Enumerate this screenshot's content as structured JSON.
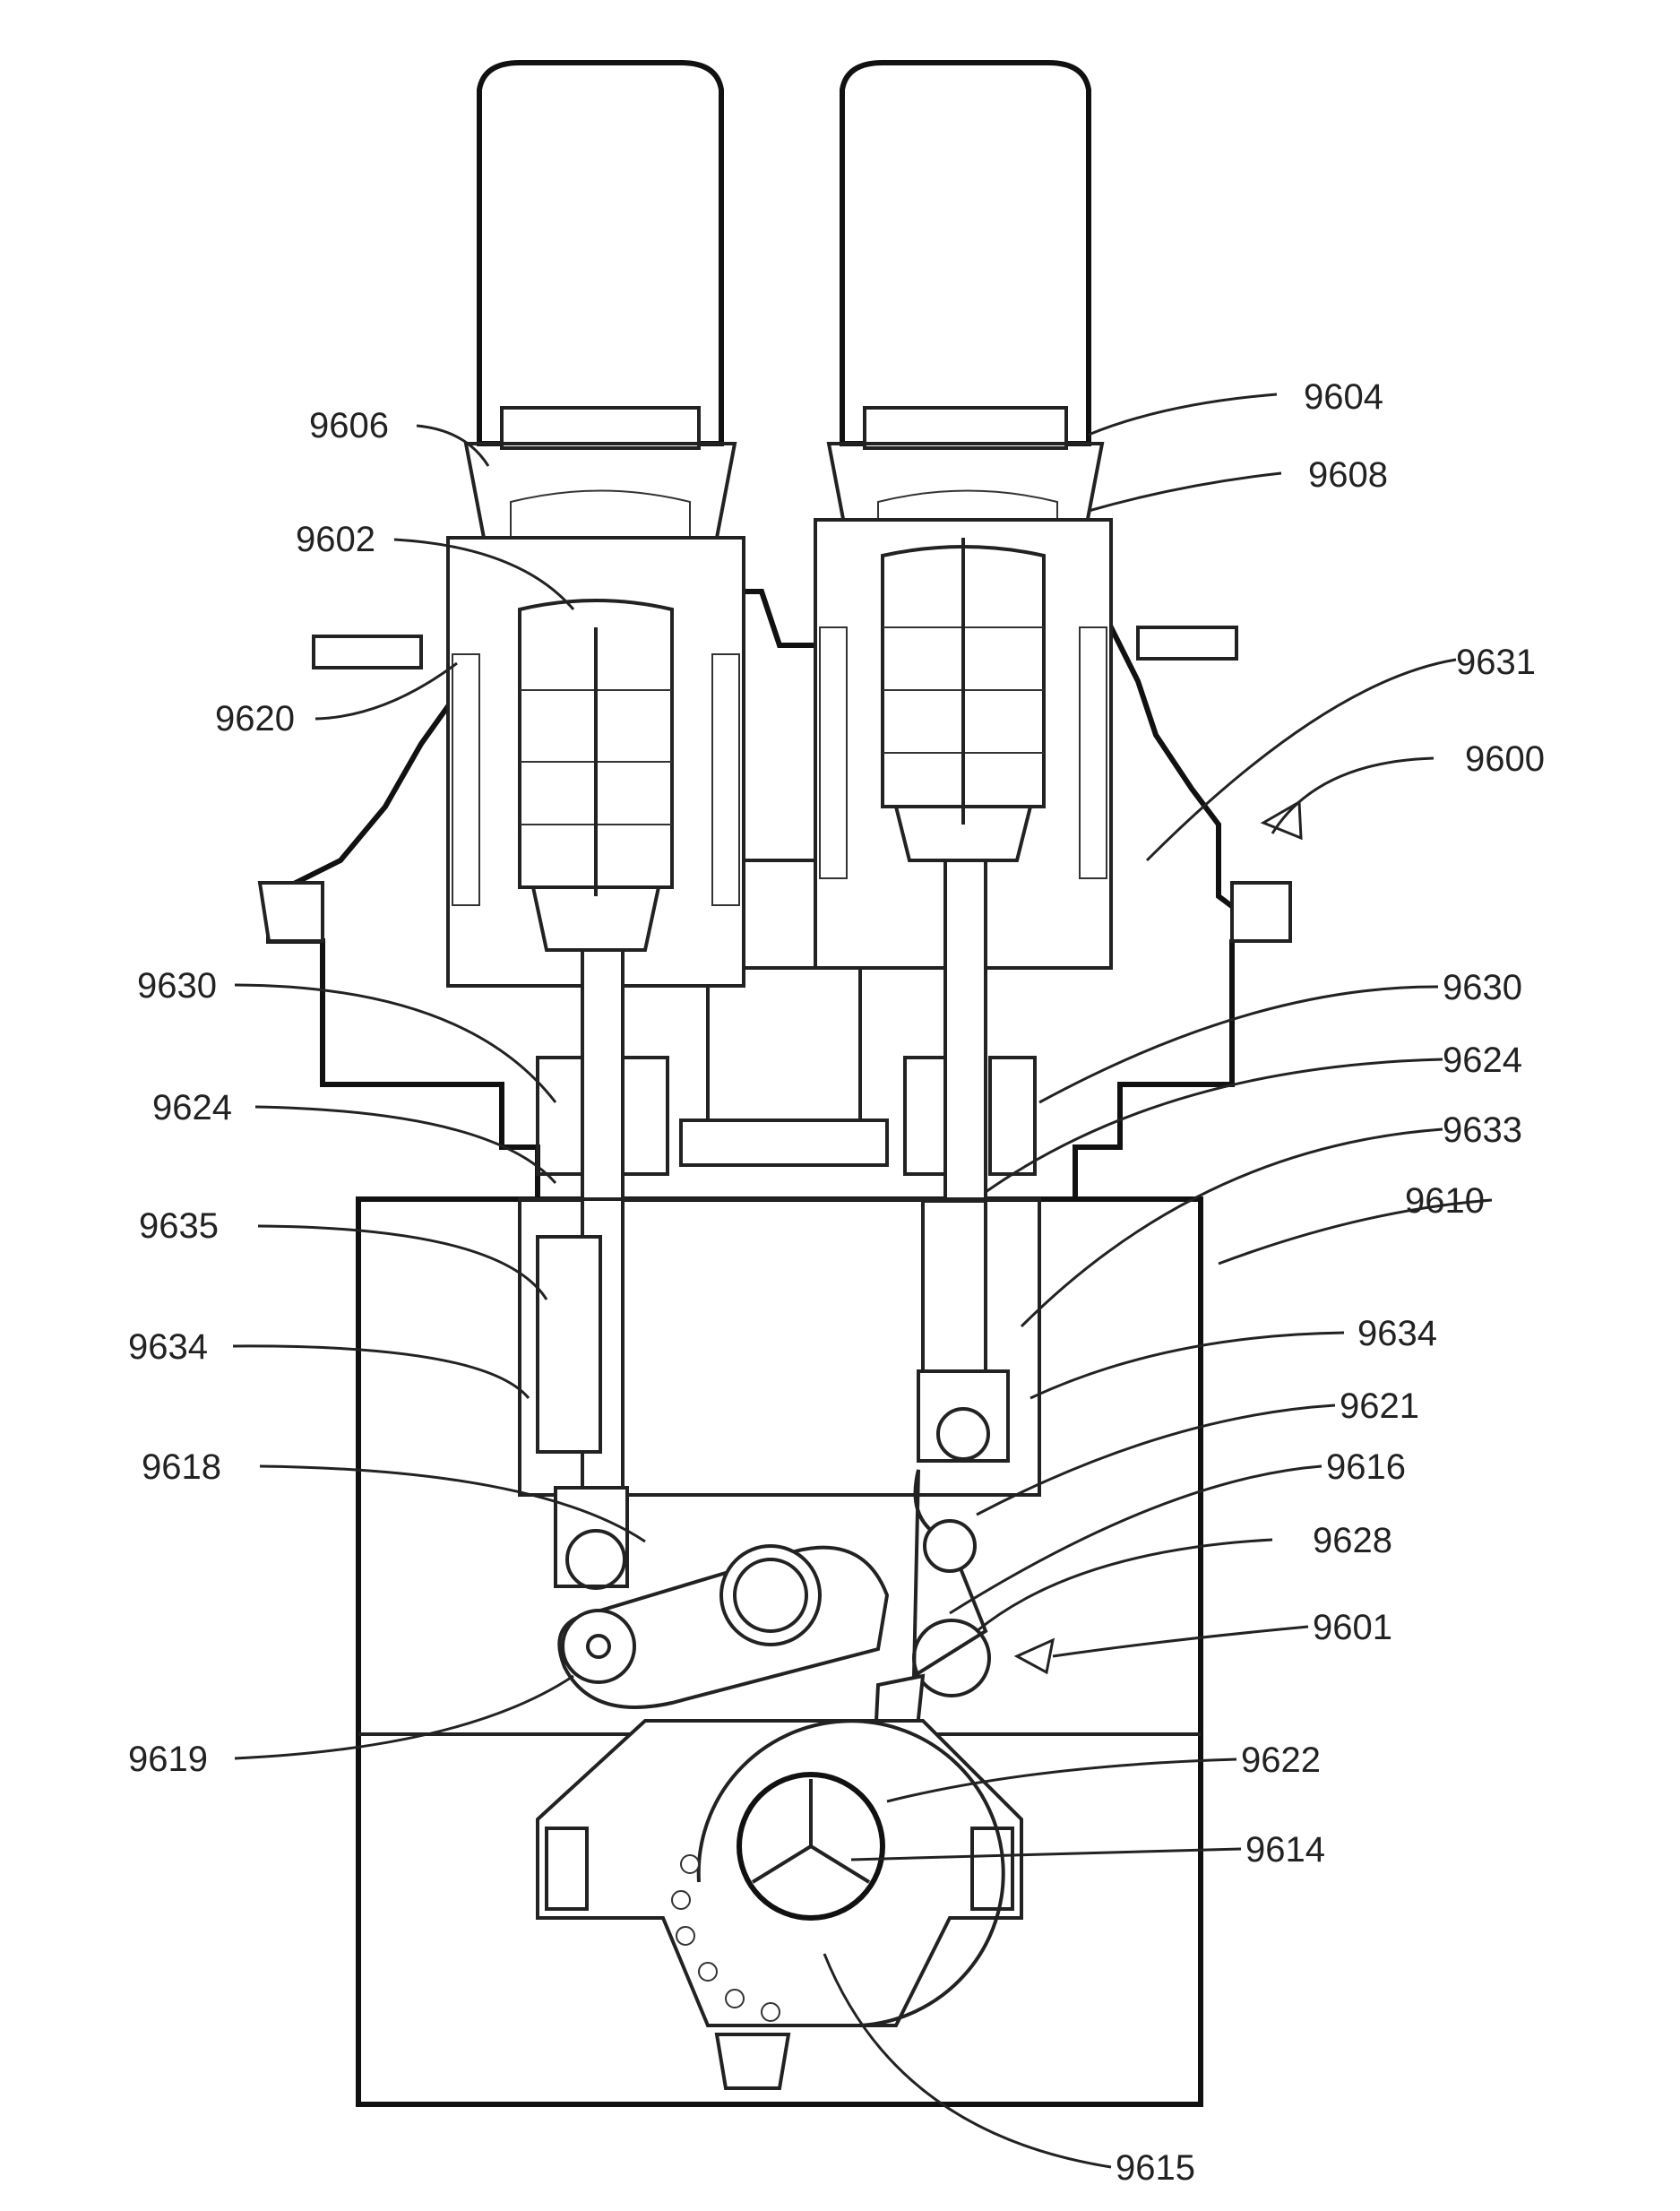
{
  "figure": {
    "labels": {
      "l9606": "9606",
      "l9604": "9604",
      "l9608": "9608",
      "l9602": "9602",
      "l9631": "9631",
      "l9600": "9600",
      "l9620": "9620",
      "l9630_left": "9630",
      "l9630_right": "9630",
      "l9624_left": "9624",
      "l9624_right": "9624",
      "l9633": "9633",
      "l9610": "9610",
      "l9635": "9635",
      "l9634_left": "9634",
      "l9634_right": "9634",
      "l9621": "9621",
      "l9618": "9618",
      "l9616": "9616",
      "l9628": "9628",
      "l9601": "9601",
      "l9619": "9619",
      "l9622": "9622",
      "l9614": "9614",
      "l9615": "9615"
    }
  }
}
